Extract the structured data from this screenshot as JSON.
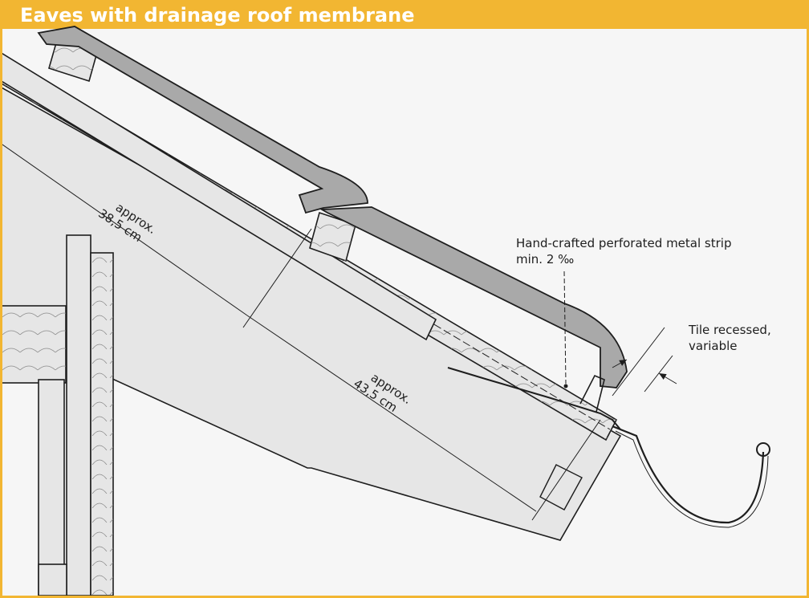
{
  "title": "Eaves with drainage roof membrane",
  "colors": {
    "accent": "#f2b632",
    "background": "#f6f6f6",
    "tile": "#a9a9a9",
    "timber": "#e6e6e6",
    "line": "#1e1e1e"
  },
  "labels": {
    "strip_line1": "Hand-crafted perforated metal strip",
    "strip_line2": "min. 2 ‰",
    "tile_line1": "Tile recessed,",
    "tile_line2": "variable"
  },
  "dimensions": {
    "upper_line1": "approx.",
    "upper_line2": "38,5 cm",
    "lower_line1": "approx.",
    "lower_line2": "43,5 cm"
  }
}
